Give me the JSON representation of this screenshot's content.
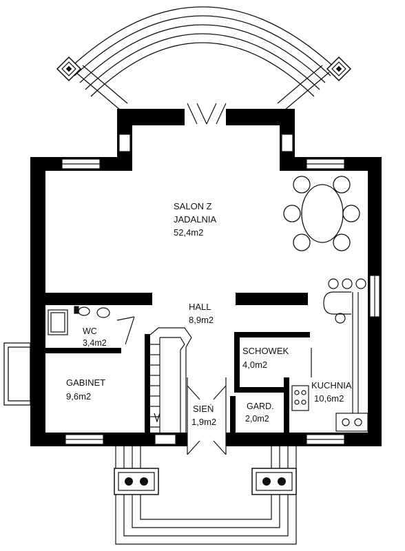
{
  "rooms": {
    "salon": {
      "name_line1": "SALON Z",
      "name_line2": "JADALNIA",
      "area": "52,4m2"
    },
    "hall": {
      "name": "HALL",
      "area": "8,9m2"
    },
    "wc": {
      "name": "WC",
      "area": "3,4m2"
    },
    "gabinet": {
      "name": "GABINET",
      "area": "9,6m2"
    },
    "schowek": {
      "name": "SCHOWEK",
      "area": "4,0m2"
    },
    "kuchnia": {
      "name": "KUCHNIA",
      "area": "10,6m2"
    },
    "sien": {
      "name": "SIEŃ",
      "area": "1,9m2"
    },
    "gard": {
      "name": "GARD.",
      "area": "2,0m2"
    }
  },
  "colors": {
    "wall": "#000000",
    "line": "#111111",
    "background": "#ffffff"
  }
}
